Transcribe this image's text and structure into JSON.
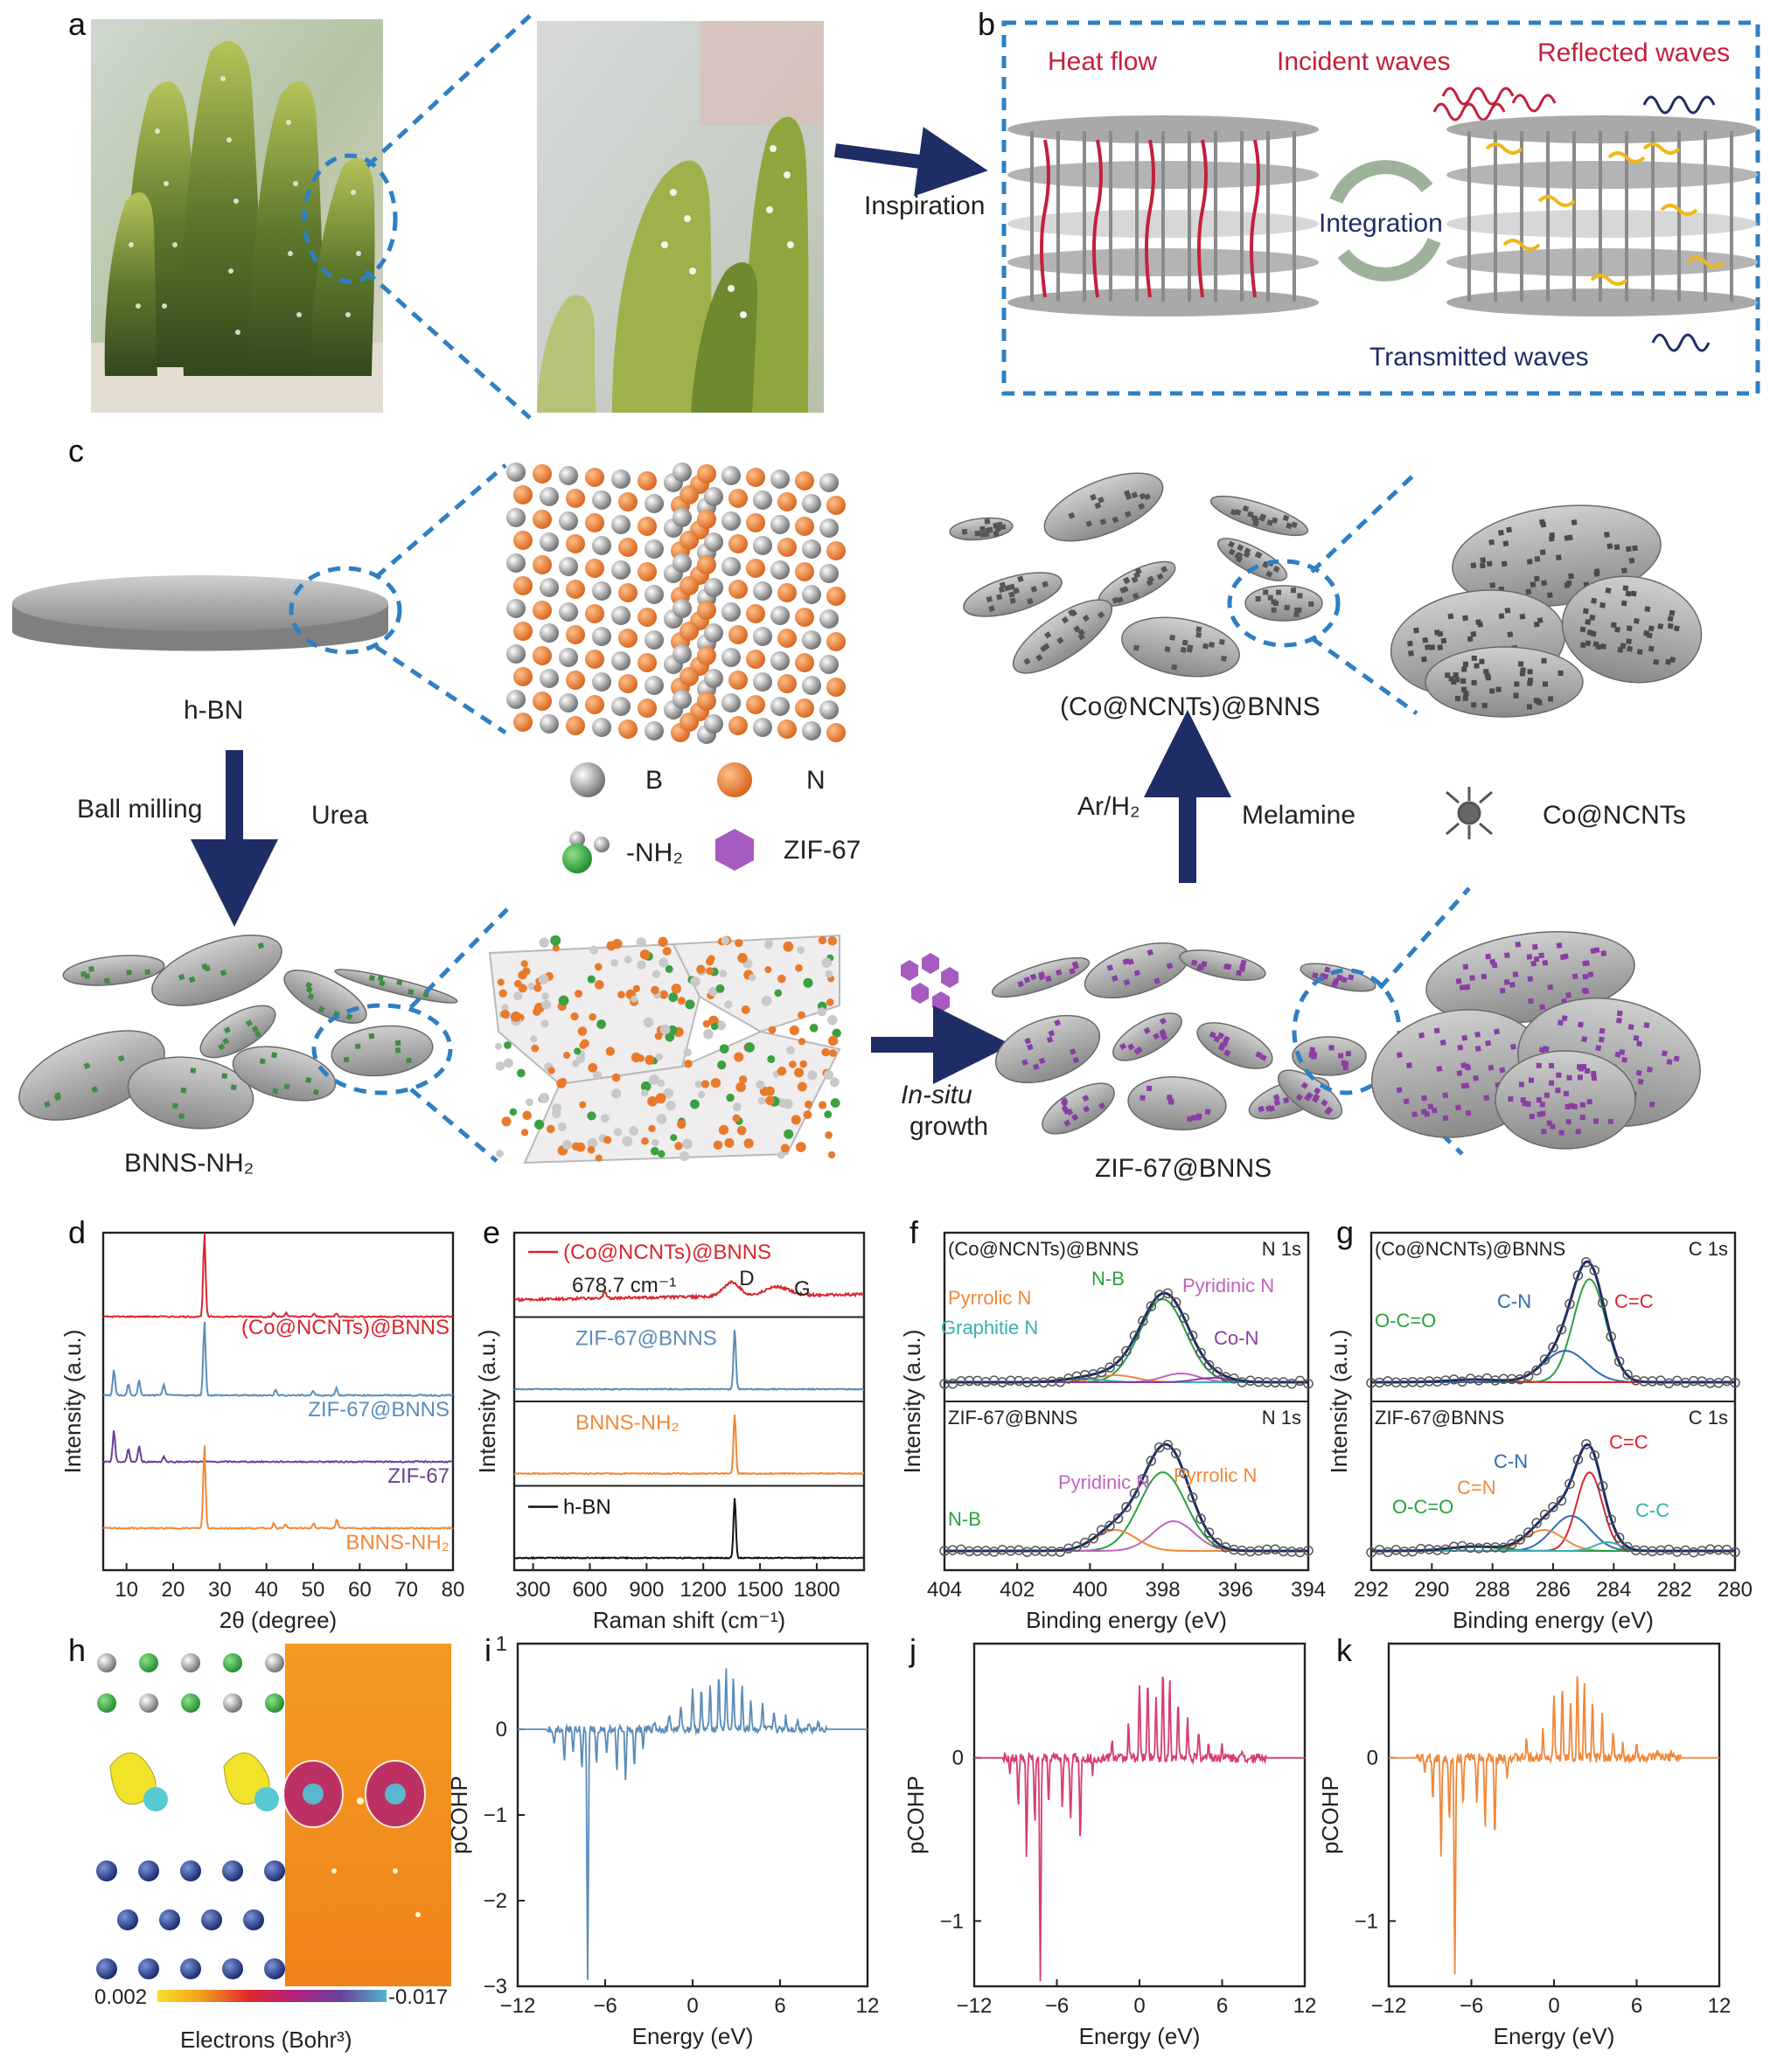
{
  "panel_letters": [
    "a",
    "b",
    "c",
    "d",
    "e",
    "f",
    "g",
    "h",
    "i",
    "j",
    "k"
  ],
  "panel_b": {
    "heat_flow": "Heat flow",
    "incident_waves": "Incident waves",
    "reflected_waves": "Reflected waves",
    "integration": "Integration",
    "transmitted_waves": "Transmitted waves"
  },
  "arrow_inspiration": "Inspiration",
  "panel_c": {
    "h_bn": "h-BN",
    "ball_milling": "Ball milling",
    "urea": "Urea",
    "bnns_nh2": "BNNS-NH₂",
    "legend_b": "B",
    "legend_n": "N",
    "legend_nh2": "-NH₂",
    "legend_zif": "ZIF-67",
    "in_situ": "In-situ",
    "growth": "growth",
    "zif_bnns": "ZIF-67@BNNS",
    "ar_h2": "Ar/H₂",
    "melamine": "Melamine",
    "co_ncnts": "Co@NCNTs",
    "co_ncnts_bnns": "(Co@NCNTs)@BNNS"
  },
  "colors": {
    "dash_blue": "#2f7fc2",
    "navy": "#1f2d66",
    "red_series": "#d9262e",
    "blue_series": "#5b8db8",
    "purple_series": "#6b3e93",
    "orange_series": "#f0883a",
    "black_series": "#111111",
    "pink_series": "#d83c74",
    "bn_orange": "#e87a2c",
    "bn_gray": "#c9c9c9"
  },
  "chart_data": [
    {
      "panel": "d",
      "type": "line",
      "xlabel": "2θ (degree)",
      "ylabel": "Intensity (a.u.)",
      "xlim": [
        5,
        80
      ],
      "xticks": [
        10,
        20,
        30,
        40,
        50,
        60,
        70,
        80
      ],
      "series": [
        {
          "name": "(Co@NCNTs)@BNNS",
          "color": "#d9262e",
          "peaks": [
            [
              26.7,
              1.0
            ],
            [
              41.6,
              0.04
            ],
            [
              44.2,
              0.05
            ],
            [
              50.2,
              0.03
            ],
            [
              55.0,
              0.04
            ]
          ]
        },
        {
          "name": "ZIF-67@BNNS",
          "color": "#5b8db8",
          "peaks": [
            [
              7.3,
              0.35
            ],
            [
              10.4,
              0.15
            ],
            [
              12.7,
              0.2
            ],
            [
              18.0,
              0.15
            ],
            [
              26.7,
              1.0
            ],
            [
              42.0,
              0.08
            ],
            [
              50.0,
              0.06
            ],
            [
              55.0,
              0.1
            ]
          ]
        },
        {
          "name": "ZIF-67",
          "color": "#6b3e93",
          "peaks": [
            [
              7.3,
              0.6
            ],
            [
              10.4,
              0.25
            ],
            [
              12.7,
              0.3
            ],
            [
              18.0,
              0.1
            ]
          ]
        },
        {
          "name": "BNNS-NH₂",
          "color": "#f0883a",
          "peaks": [
            [
              26.7,
              1.0
            ],
            [
              41.6,
              0.06
            ],
            [
              44.0,
              0.05
            ],
            [
              50.1,
              0.06
            ],
            [
              55.1,
              0.1
            ]
          ]
        }
      ]
    },
    {
      "panel": "e",
      "type": "line",
      "xlabel": "Raman shift (cm⁻¹)",
      "ylabel": "Intensity (a.u.)",
      "xlim": [
        200,
        2050
      ],
      "xticks": [
        300,
        600,
        900,
        1200,
        1500,
        1800
      ],
      "annotations": [
        "678.7 cm⁻¹",
        "D",
        "G"
      ],
      "series": [
        {
          "name": "(Co@NCNTs)@BNNS",
          "color": "#d9262e"
        },
        {
          "name": "ZIF-67@BNNS",
          "color": "#5b8db8"
        },
        {
          "name": "BNNS-NH₂",
          "color": "#f0883a"
        },
        {
          "name": "h-BN",
          "color": "#111111"
        }
      ]
    },
    {
      "panel": "f",
      "type": "line",
      "xlabel": "Binding energy (eV)",
      "ylabel": "Intensity (a.u.)",
      "xlim": [
        404,
        394
      ],
      "xticks": [
        404,
        402,
        400,
        398,
        396,
        394
      ],
      "subplots": [
        {
          "title": "(Co@NCNTs)@BNNS",
          "core": "N 1s",
          "components": [
            "Pyrrolic N",
            "N-B",
            "Pyridinic N",
            "Graphitie N",
            "Co-N"
          ]
        },
        {
          "title": "ZIF-67@BNNS",
          "core": "N 1s",
          "components": [
            "N-B",
            "Pyridinic N",
            "Pyrrolic N"
          ]
        }
      ]
    },
    {
      "panel": "g",
      "type": "line",
      "xlabel": "Binding energy (eV)",
      "ylabel": "Intensity (a.u.)",
      "xlim": [
        292,
        280
      ],
      "xticks": [
        292,
        290,
        288,
        286,
        284,
        282,
        280
      ],
      "subplots": [
        {
          "title": "(Co@NCNTs)@BNNS",
          "core": "C 1s",
          "components": [
            "O-C=O",
            "C-N",
            "C=C"
          ]
        },
        {
          "title": "ZIF-67@BNNS",
          "core": "C 1s",
          "components": [
            "C=C",
            "C-N",
            "C=N",
            "O-C=O",
            "C-C"
          ]
        }
      ]
    },
    {
      "panel": "h",
      "type": "heatmap",
      "colorbar_min": "0.002",
      "colorbar_max": "-0.017",
      "colorbar_label": "Electrons (Bohr³)"
    },
    {
      "panel": "i",
      "type": "line",
      "xlabel": "Energy (eV)",
      "ylabel": "pCOHP",
      "xlim": [
        -12,
        12
      ],
      "ylim": [
        -3,
        1
      ],
      "xticks": [
        -12,
        -6,
        0,
        6,
        12
      ],
      "yticks": [
        1,
        0,
        -1,
        -2,
        -3
      ],
      "color": "#5b8db8",
      "spikes": [
        [
          -9.5,
          -0.2
        ],
        [
          -8.8,
          -0.4
        ],
        [
          -8.2,
          -0.3
        ],
        [
          -7.6,
          -0.5
        ],
        [
          -7.2,
          -2.9
        ],
        [
          -6.6,
          -0.4
        ],
        [
          -5.9,
          -0.3
        ],
        [
          -5.2,
          -0.5
        ],
        [
          -4.6,
          -0.6
        ],
        [
          -4.0,
          -0.4
        ],
        [
          -3.4,
          -0.2
        ],
        [
          -2.6,
          0.1
        ],
        [
          -1.6,
          0.2
        ],
        [
          -0.8,
          0.3
        ],
        [
          0,
          0.5
        ],
        [
          0.6,
          0.45
        ],
        [
          1.2,
          0.55
        ],
        [
          1.8,
          0.65
        ],
        [
          2.3,
          0.7
        ],
        [
          2.8,
          0.6
        ],
        [
          3.4,
          0.5
        ],
        [
          4.0,
          0.35
        ],
        [
          4.8,
          0.3
        ],
        [
          5.6,
          0.2
        ],
        [
          6.4,
          0.15
        ],
        [
          7.2,
          0.12
        ],
        [
          8.0,
          0.1
        ],
        [
          8.6,
          0.12
        ]
      ]
    },
    {
      "panel": "j",
      "type": "line",
      "xlabel": "Energy (eV)",
      "ylabel": "pCOHP",
      "xlim": [
        -12,
        12
      ],
      "ylim": [
        -1.4,
        0.7
      ],
      "xticks": [
        -12,
        -6,
        0,
        6,
        12
      ],
      "yticks": [
        0,
        -1
      ],
      "color": "#d83c74",
      "spikes": [
        [
          -9.4,
          -0.1
        ],
        [
          -8.8,
          -0.3
        ],
        [
          -8.2,
          -0.6
        ],
        [
          -7.6,
          -0.4
        ],
        [
          -7.2,
          -1.35
        ],
        [
          -6.6,
          -0.3
        ],
        [
          -5.6,
          -0.3
        ],
        [
          -5.0,
          -0.4
        ],
        [
          -4.3,
          -0.5
        ],
        [
          -3.4,
          -0.1
        ],
        [
          -2.0,
          0.1
        ],
        [
          -0.8,
          0.2
        ],
        [
          0,
          0.45
        ],
        [
          0.6,
          0.5
        ],
        [
          1.2,
          0.35
        ],
        [
          1.7,
          0.55
        ],
        [
          2.2,
          0.5
        ],
        [
          2.8,
          0.35
        ],
        [
          3.5,
          0.25
        ],
        [
          4.3,
          0.15
        ],
        [
          5.0,
          0.1
        ],
        [
          6.0,
          0.08
        ],
        [
          7.5,
          0.04
        ],
        [
          8.5,
          0.03
        ]
      ]
    },
    {
      "panel": "k",
      "type": "line",
      "xlabel": "Energy (eV)",
      "ylabel": "pCOHP",
      "xlim": [
        -12,
        12
      ],
      "ylim": [
        -1.4,
        0.7
      ],
      "xticks": [
        -12,
        -6,
        0,
        6,
        12
      ],
      "yticks": [
        0,
        -1
      ],
      "color": "#f0883a",
      "spikes": [
        [
          -9.4,
          -0.1
        ],
        [
          -8.8,
          -0.25
        ],
        [
          -8.2,
          -0.6
        ],
        [
          -7.6,
          -0.4
        ],
        [
          -7.2,
          -1.35
        ],
        [
          -6.6,
          -0.3
        ],
        [
          -5.6,
          -0.3
        ],
        [
          -5.0,
          -0.4
        ],
        [
          -4.3,
          -0.5
        ],
        [
          -3.4,
          -0.1
        ],
        [
          -2.0,
          0.1
        ],
        [
          -0.8,
          0.2
        ],
        [
          0,
          0.4
        ],
        [
          0.6,
          0.45
        ],
        [
          1.2,
          0.35
        ],
        [
          1.7,
          0.55
        ],
        [
          2.2,
          0.45
        ],
        [
          2.8,
          0.35
        ],
        [
          3.5,
          0.25
        ],
        [
          4.3,
          0.15
        ],
        [
          5.0,
          0.1
        ],
        [
          6.0,
          0.08
        ],
        [
          7.5,
          0.04
        ],
        [
          8.5,
          0.03
        ]
      ]
    }
  ]
}
